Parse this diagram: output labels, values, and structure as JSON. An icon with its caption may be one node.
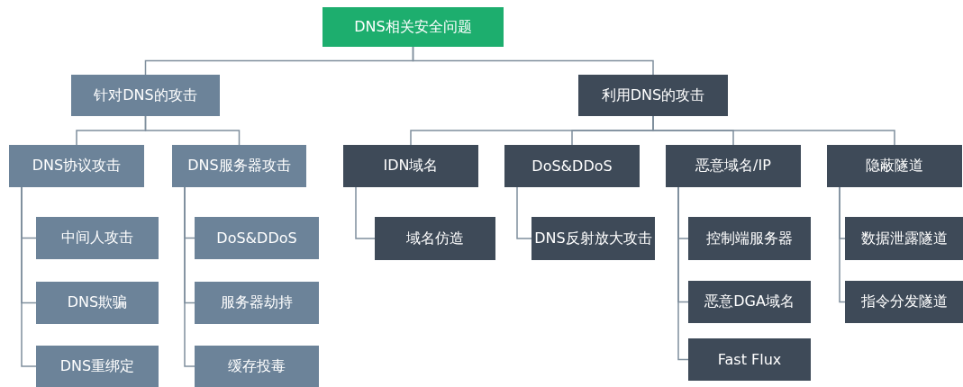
{
  "diagram": {
    "nodes": [
      {
        "text": [
          "DNS相关安全问题"
        ]
      },
      {
        "text": [
          "针对DNS的攻击"
        ]
      },
      {
        "text": [
          "DNS协议攻击"
        ]
      },
      {
        "text": [
          "中间人攻击"
        ]
      },
      {
        "text": [
          "DNS欺骗"
        ]
      },
      {
        "text": [
          "DNS重绑定"
        ]
      },
      {
        "text": [
          "DNS服务器攻击"
        ]
      },
      {
        "text": [
          "DoS&DDoS"
        ]
      },
      {
        "text": [
          "服务器劫持"
        ]
      },
      {
        "text": [
          "缓存投毒"
        ]
      },
      {
        "text": [
          "利用DNS的攻击"
        ]
      },
      {
        "text": [
          "IDN域名"
        ]
      },
      {
        "text": [
          "域名仿造"
        ]
      },
      {
        "text": [
          "DoS&DDoS"
        ]
      },
      {
        "text": [
          "DNS反射放大攻击"
        ]
      },
      {
        "text": [
          "恶意域名/IP"
        ]
      },
      {
        "text": [
          "控制端服务器"
        ]
      },
      {
        "text": [
          "恶意DGA域名"
        ]
      },
      {
        "text": [
          "Fast Flux"
        ]
      },
      {
        "text": [
          "隐蔽隧道"
        ]
      },
      {
        "text": [
          "数据泄露隧道"
        ]
      },
      {
        "text": [
          "指令分发隧道"
        ]
      }
    ],
    "edges": [
      {
        "from": 0,
        "to": 1,
        "arrow": "none"
      },
      {
        "from": 0,
        "to": 10,
        "arrow": "none"
      },
      {
        "from": 1,
        "to": 2,
        "arrow": "none"
      },
      {
        "from": 1,
        "to": 6,
        "arrow": "none"
      },
      {
        "from": 2,
        "to": 3,
        "arrow": "none"
      },
      {
        "from": 2,
        "to": 4,
        "arrow": "none"
      },
      {
        "from": 2,
        "to": 5,
        "arrow": "none"
      },
      {
        "from": 6,
        "to": 7,
        "arrow": "none"
      },
      {
        "from": 6,
        "to": 8,
        "arrow": "none"
      },
      {
        "from": 6,
        "to": 9,
        "arrow": "none"
      },
      {
        "from": 10,
        "to": 11,
        "arrow": "none"
      },
      {
        "from": 10,
        "to": 13,
        "arrow": "none"
      },
      {
        "from": 10,
        "to": 15,
        "arrow": "none"
      },
      {
        "from": 10,
        "to": 19,
        "arrow": "none"
      },
      {
        "from": 11,
        "to": 12,
        "arrow": "none"
      },
      {
        "from": 13,
        "to": 14,
        "arrow": "none"
      },
      {
        "from": 15,
        "to": 16,
        "arrow": "none"
      },
      {
        "from": 15,
        "to": 17,
        "arrow": "none"
      },
      {
        "from": 15,
        "to": 18,
        "arrow": "none"
      },
      {
        "from": 19,
        "to": 20,
        "arrow": "none"
      },
      {
        "from": 19,
        "to": 21,
        "arrow": "none"
      }
    ]
  }
}
